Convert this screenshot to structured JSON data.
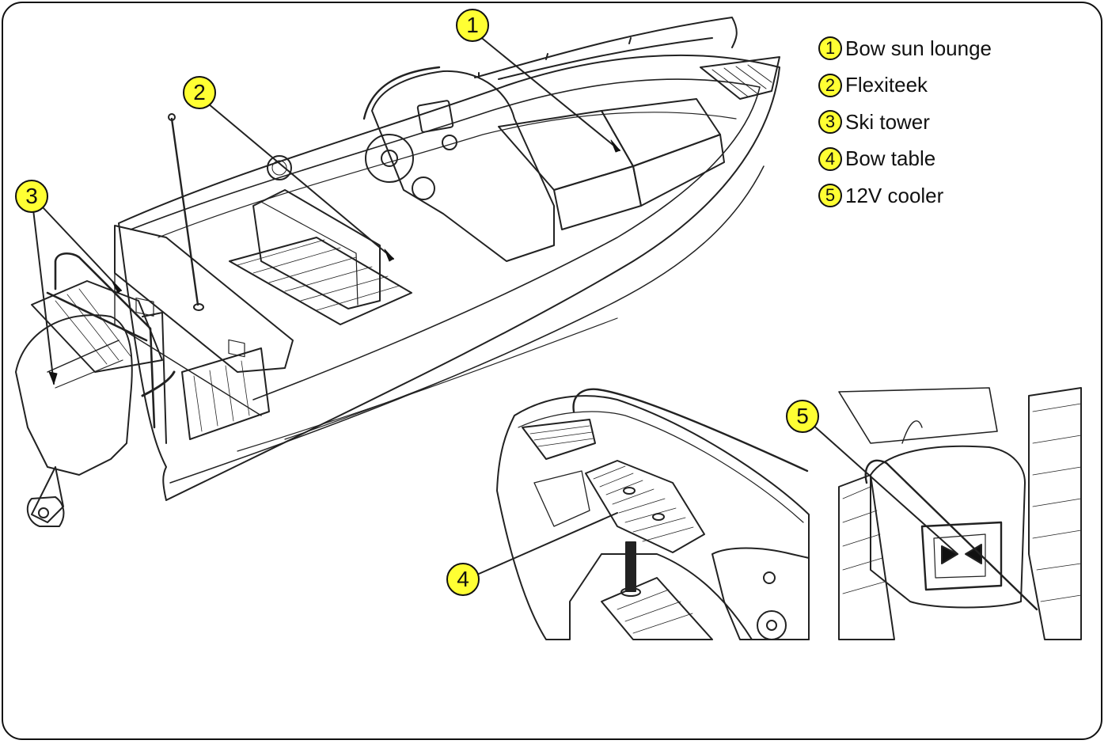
{
  "legend": [
    {
      "number": "1",
      "label": "Bow sun lounge"
    },
    {
      "number": "2",
      "label": "Flexiteek"
    },
    {
      "number": "3",
      "label": "Ski tower"
    },
    {
      "number": "4",
      "label": "Bow table"
    },
    {
      "number": "5",
      "label": "12V cooler"
    }
  ],
  "callouts": [
    "1",
    "2",
    "3",
    "4",
    "5"
  ],
  "colors": {
    "badge_fill": "#ffff33",
    "outline": "#111111",
    "background": "#ffffff"
  }
}
